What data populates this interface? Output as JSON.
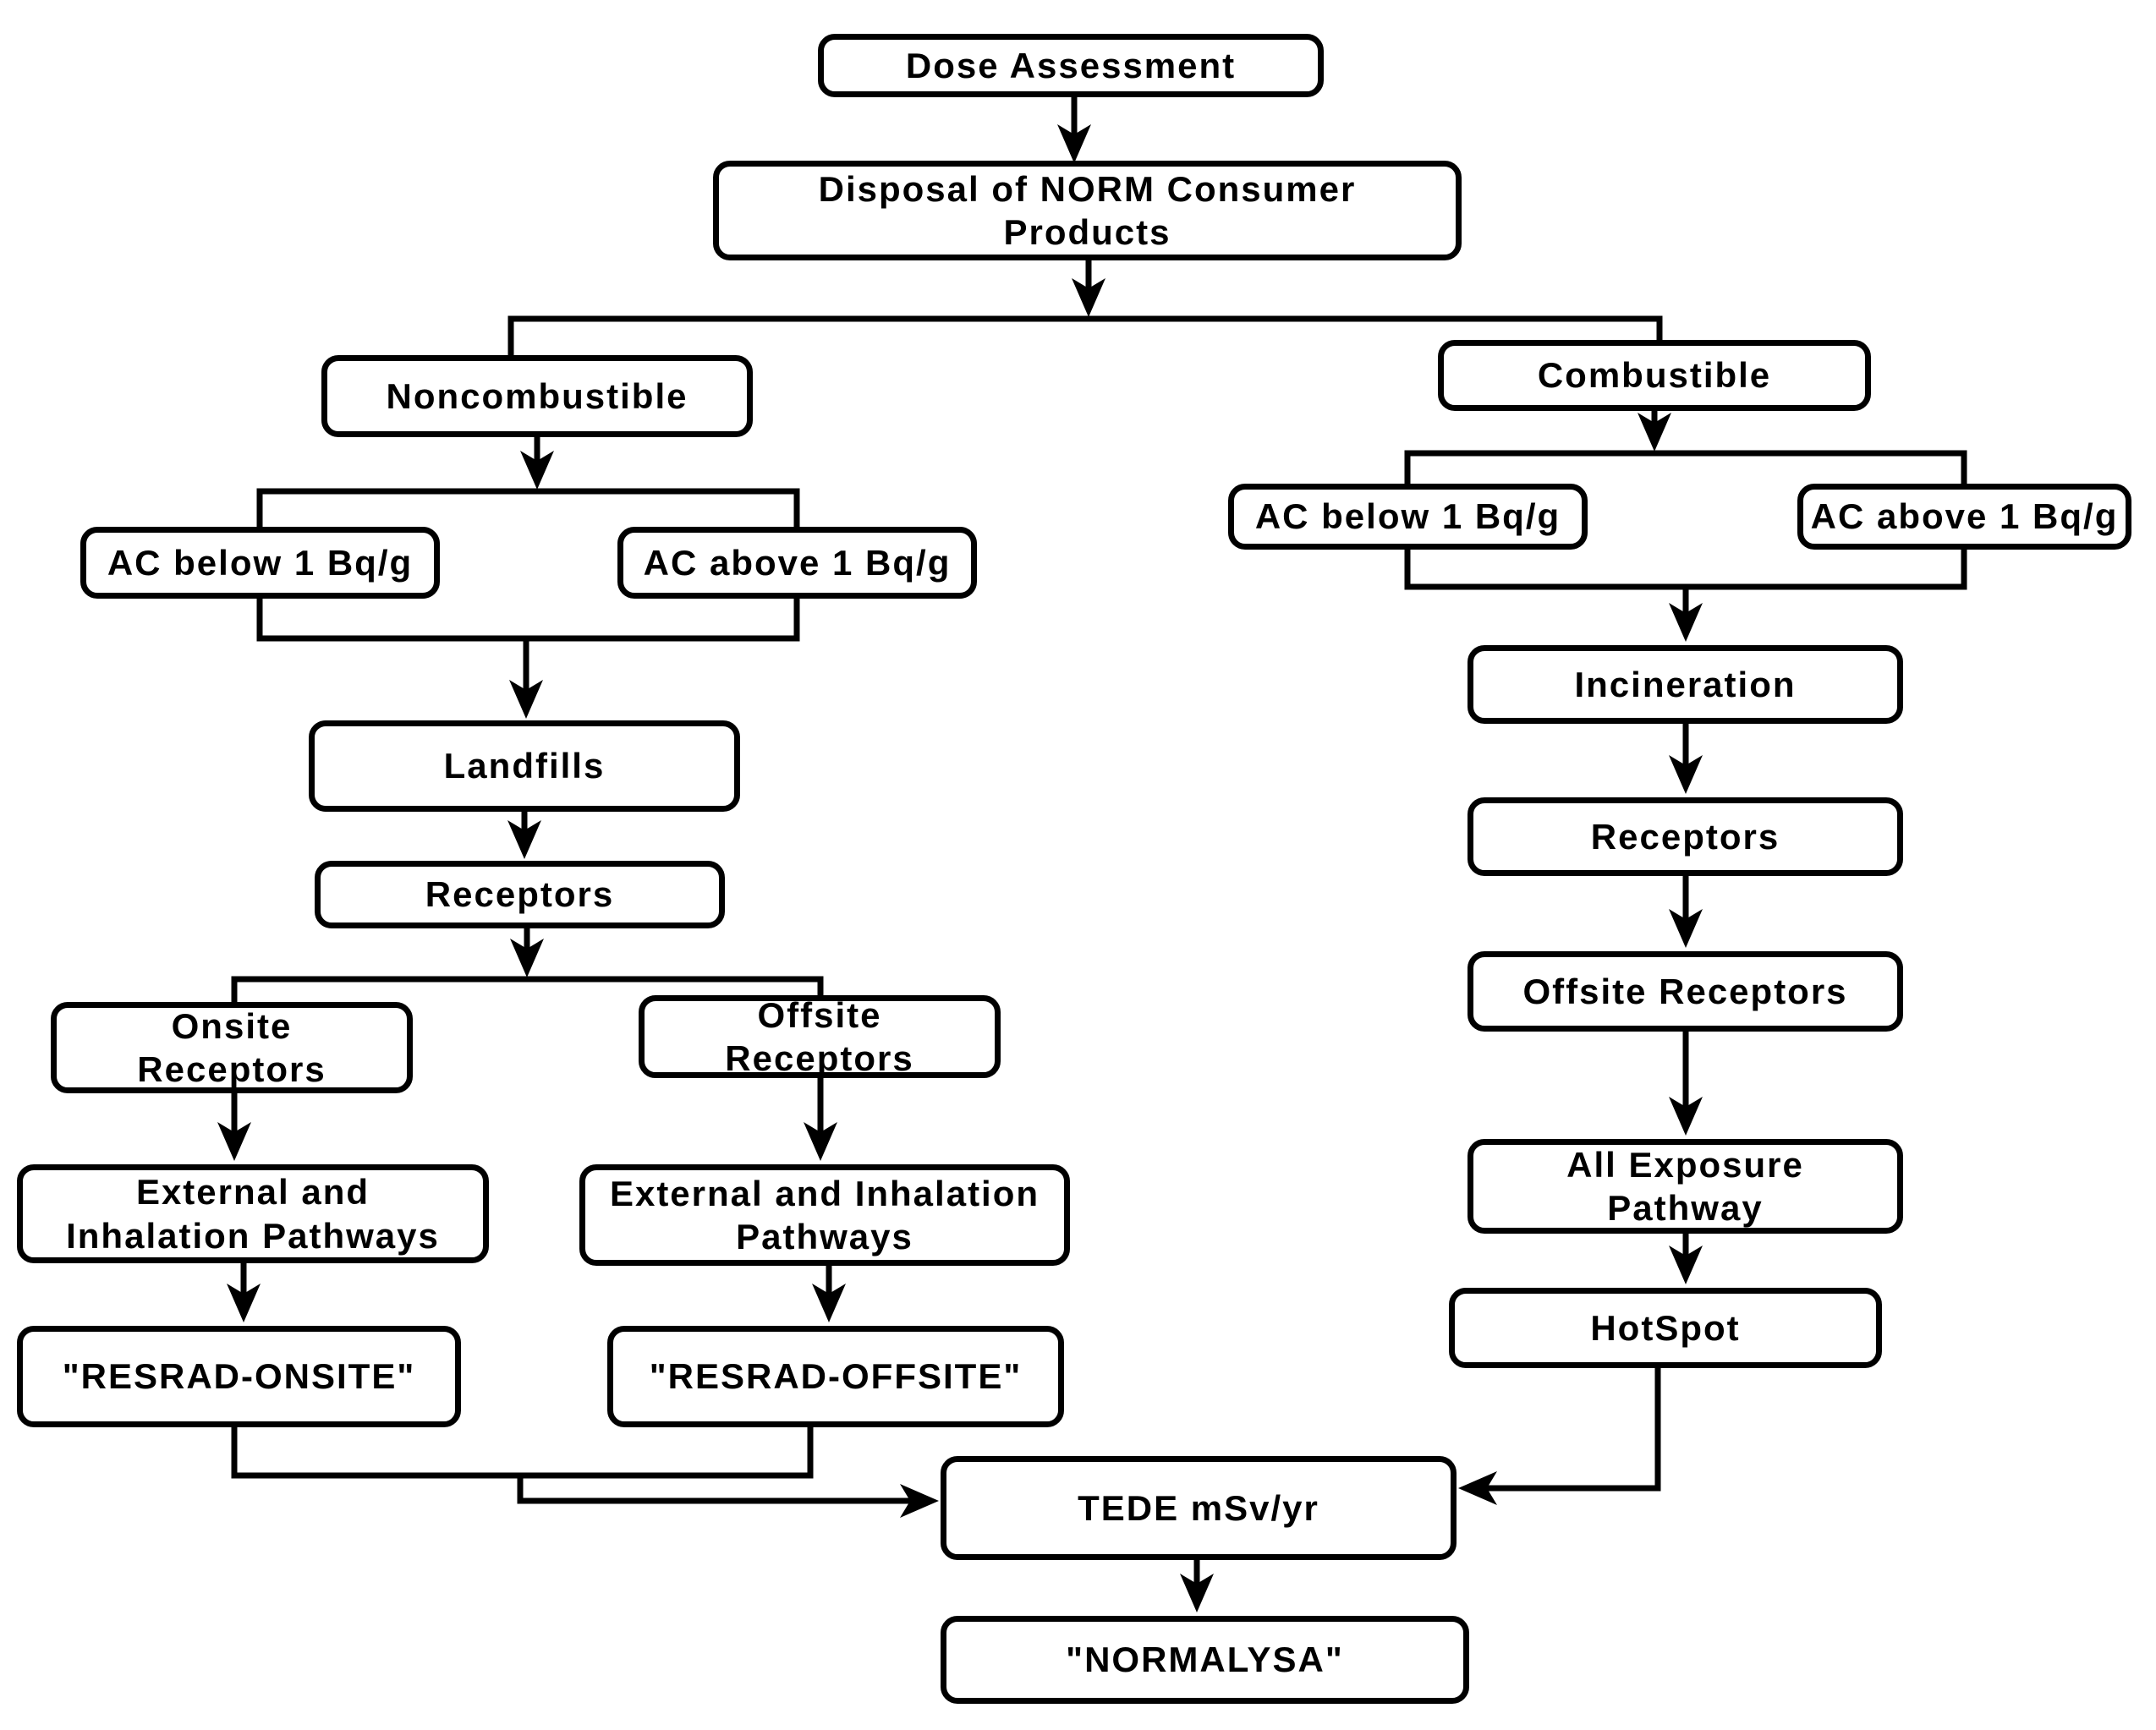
{
  "diagram": {
    "type": "flowchart",
    "colors": {
      "background": "#ffffff",
      "box_fill": "#ffffff",
      "box_border": "#000000",
      "text": "#000000",
      "line": "#000000"
    },
    "nodes": {
      "dose": {
        "label": "Dose Assessment"
      },
      "disposal": {
        "label": "Disposal of NORM Consumer\nProducts"
      },
      "noncombustible": {
        "label": "Noncombustible"
      },
      "acBelowLeft": {
        "label": "AC below 1 Bq/g"
      },
      "acAboveLeft": {
        "label": "AC above 1 Bq/g"
      },
      "landfills": {
        "label": "Landfills"
      },
      "receptorsLeft": {
        "label": "Receptors"
      },
      "onsiteReceptors": {
        "label": "Onsite\nReceptors"
      },
      "offsiteReceptorsLeft": {
        "label": "Offsite\nReceptors"
      },
      "extInhOnsite": {
        "label": "External and\nInhalation Pathways"
      },
      "extInhOffsite": {
        "label": "External and Inhalation\nPathways"
      },
      "resradOnsite": {
        "label": "\"RESRAD-ONSITE\""
      },
      "resradOffsite": {
        "label": "\"RESRAD-OFFSITE\""
      },
      "combustible": {
        "label": "Combustible"
      },
      "acBelowRight": {
        "label": "AC below 1 Bq/g"
      },
      "acAboveRight": {
        "label": "AC above 1 Bq/g"
      },
      "incineration": {
        "label": "Incineration"
      },
      "receptorsRight": {
        "label": "Receptors"
      },
      "offsiteReceptorsRight": {
        "label": "Offsite Receptors"
      },
      "allExposurePathway": {
        "label": "All Exposure\nPathway"
      },
      "hotspot": {
        "label": "HotSpot"
      },
      "tede": {
        "label": "TEDE mSv/yr"
      },
      "normalysa": {
        "label": "\"NORMALYSA\""
      }
    },
    "edges": [
      {
        "from": "Dose Assessment",
        "to": "Disposal of NORM Consumer Products"
      },
      {
        "from": "Disposal of NORM Consumer Products",
        "to": "Noncombustible"
      },
      {
        "from": "Disposal of NORM Consumer Products",
        "to": "Combustible"
      },
      {
        "from": "Noncombustible",
        "to": "AC below 1 Bq/g (landfill branch)"
      },
      {
        "from": "Noncombustible",
        "to": "AC above 1 Bq/g (landfill branch)"
      },
      {
        "from": "AC below 1 Bq/g + AC above 1 Bq/g (landfill branch)",
        "to": "Landfills"
      },
      {
        "from": "Landfills",
        "to": "Receptors"
      },
      {
        "from": "Receptors (landfill branch)",
        "to": "Onsite Receptors"
      },
      {
        "from": "Receptors (landfill branch)",
        "to": "Offsite Receptors"
      },
      {
        "from": "Onsite Receptors",
        "to": "External and Inhalation Pathways (onsite)"
      },
      {
        "from": "Offsite Receptors (landfill branch)",
        "to": "External and Inhalation Pathways (offsite)"
      },
      {
        "from": "External and Inhalation Pathways (onsite)",
        "to": "\"RESRAD-ONSITE\""
      },
      {
        "from": "External and Inhalation Pathways (offsite)",
        "to": "\"RESRAD-OFFSITE\""
      },
      {
        "from": "\"RESRAD-ONSITE\" + \"RESRAD-OFFSITE\"",
        "to": "TEDE mSv/yr"
      },
      {
        "from": "Combustible",
        "to": "AC below 1 Bq/g (incineration branch)"
      },
      {
        "from": "Combustible",
        "to": "AC above 1 Bq/g (incineration branch)"
      },
      {
        "from": "AC below 1 Bq/g + AC above 1 Bq/g (incineration branch)",
        "to": "Incineration"
      },
      {
        "from": "Incineration",
        "to": "Receptors (incineration branch)"
      },
      {
        "from": "Receptors (incineration branch)",
        "to": "Offsite Receptors (incineration branch)"
      },
      {
        "from": "Offsite Receptors (incineration branch)",
        "to": "All Exposure Pathway"
      },
      {
        "from": "All Exposure Pathway",
        "to": "HotSpot"
      },
      {
        "from": "HotSpot",
        "to": "TEDE mSv/yr"
      },
      {
        "from": "TEDE mSv/yr",
        "to": "\"NORMALYSA\""
      }
    ]
  }
}
